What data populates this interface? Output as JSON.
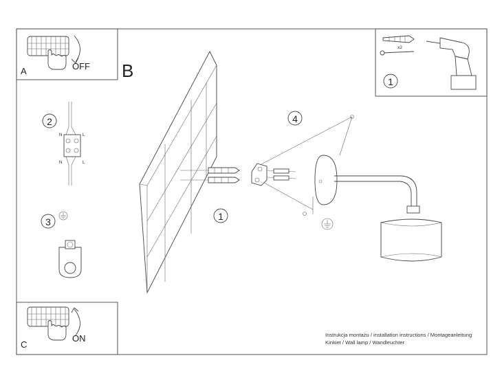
{
  "panels": {
    "a": {
      "letter": "A",
      "state": "OFF"
    },
    "c": {
      "letter": "C",
      "state": "ON"
    },
    "main": {
      "letter": "B"
    }
  },
  "steps": {
    "tools": {
      "number": "1",
      "quantity": "x2"
    },
    "wiring": {
      "number": "2",
      "terminals": [
        "N",
        "L",
        "N",
        "L"
      ]
    },
    "ground": {
      "number": "3"
    },
    "wall_anchor": {
      "number": "1"
    },
    "fixture": {
      "number": "4"
    }
  },
  "footer": {
    "line1": "Instrukcja montażu / installation instructions / Montageanleitung",
    "line2": "Kinkiet / Wall lamp / Wandleuchter"
  },
  "icons": [
    "switch-off-icon",
    "switch-on-icon",
    "screw-anchor-icon",
    "drill-icon",
    "terminal-block-icon",
    "ground-symbol-icon",
    "ground-terminal-icon"
  ]
}
